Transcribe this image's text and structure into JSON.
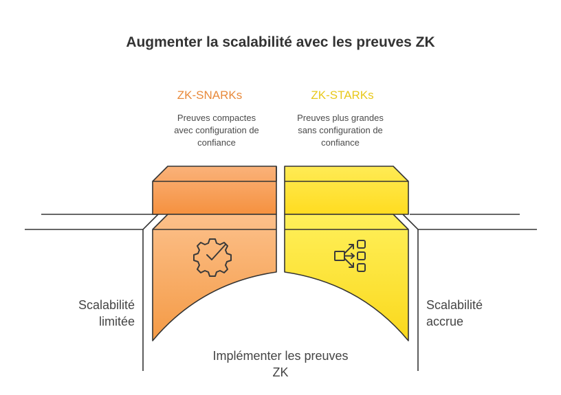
{
  "title": "Augmenter la scalabilité avec les preuves ZK",
  "left": {
    "name": "ZK-SNARKs",
    "description_lines": [
      "Preuves compactes",
      "avec configuration de",
      "confiance"
    ],
    "outcome_lines": [
      "Scalabilité",
      "limitée"
    ],
    "color": "#E8893A",
    "icon": "gear-check-icon"
  },
  "right": {
    "name": "ZK-STARKs",
    "description_lines": [
      "Preuves plus grandes",
      "sans configuration de",
      "confiance"
    ],
    "outcome_lines": [
      "Scalabilité",
      "accrue"
    ],
    "color": "#E8C81A",
    "icon": "distribution-icon"
  },
  "bottom_lines": [
    "Implémenter les preuves",
    "ZK"
  ]
}
